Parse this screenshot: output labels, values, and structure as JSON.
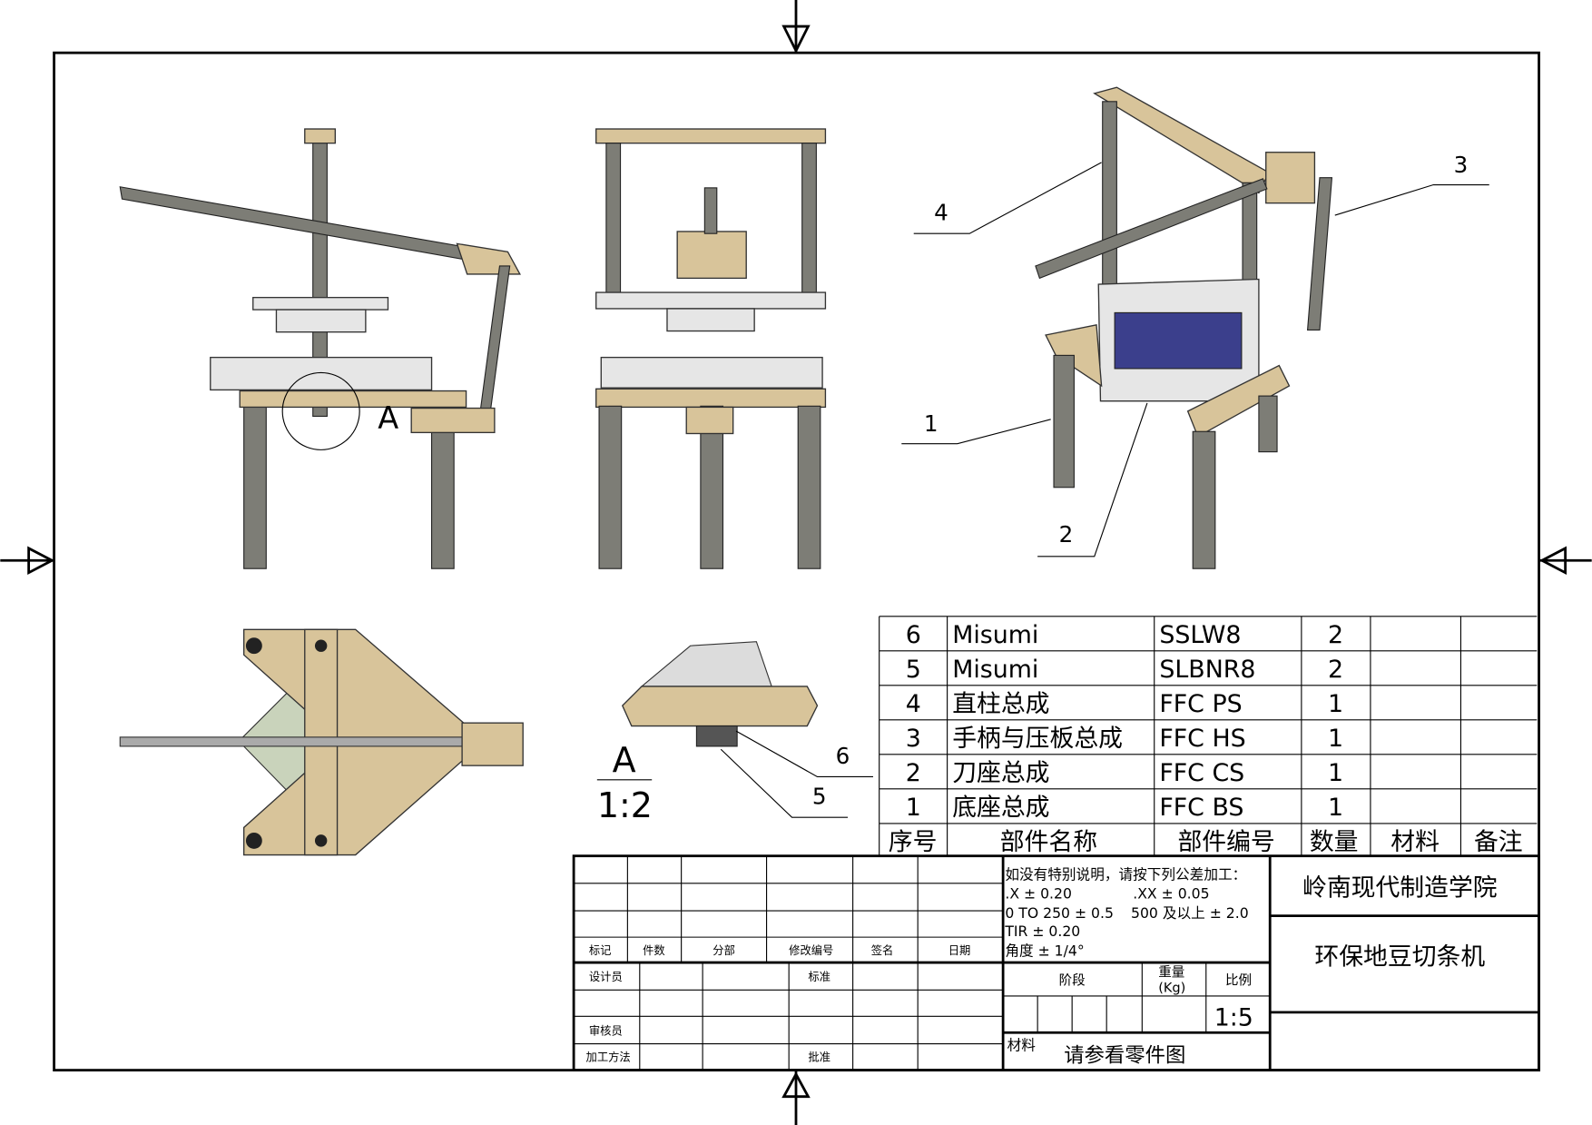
{
  "drawing": {
    "title": "环保地豆切条机",
    "institution": "岭南现代制造学院",
    "scale": "1:5",
    "material_label": "材料",
    "material_value": "请参看零件图",
    "stage_label": "阶段",
    "weight_label": "重量\n(Kg)",
    "weight_label_line1": "重量",
    "weight_label_line2": "(Kg)",
    "ratio_label": "比例",
    "tolerance": [
      "如没有特别说明，请按下列公差加工：",
      ".X ± 0.20",
      ".XX ± 0.05",
      "0 TO 250 ± 0.5",
      "500 及以上 ± 2.0",
      "TIR ± 0.20",
      "角度 ± 1/4°"
    ],
    "revision_headers": [
      "标记",
      "件数",
      "分部",
      "修改编号",
      "签名",
      "日期"
    ],
    "role_labels": {
      "designer": "设计员",
      "standard": "标准",
      "reviewer": "审核员",
      "process": "加工方法",
      "approve": "批准"
    }
  },
  "bom": {
    "headers": [
      "序号",
      "部件名称",
      "部件编号",
      "数量",
      "材料",
      "备注"
    ],
    "rows": [
      {
        "no": "6",
        "name": "Misumi",
        "code": "SSLW8",
        "qty": "2"
      },
      {
        "no": "5",
        "name": "Misumi",
        "code": "SLBNR8",
        "qty": "2"
      },
      {
        "no": "4",
        "name": "直柱总成",
        "code": "FFC PS",
        "qty": "1"
      },
      {
        "no": "3",
        "name": "手柄与压板总成",
        "code": "FFC HS",
        "qty": "1"
      },
      {
        "no": "2",
        "name": "刀座总成",
        "code": "FFC CS",
        "qty": "1"
      },
      {
        "no": "1",
        "name": "底座总成",
        "code": "FFC BS",
        "qty": "1"
      }
    ]
  },
  "callouts": {
    "b1": "1",
    "b2": "2",
    "b3": "3",
    "b4": "4",
    "b5": "5",
    "b6": "6"
  },
  "detail": {
    "label": "A",
    "scale": "1:2"
  }
}
